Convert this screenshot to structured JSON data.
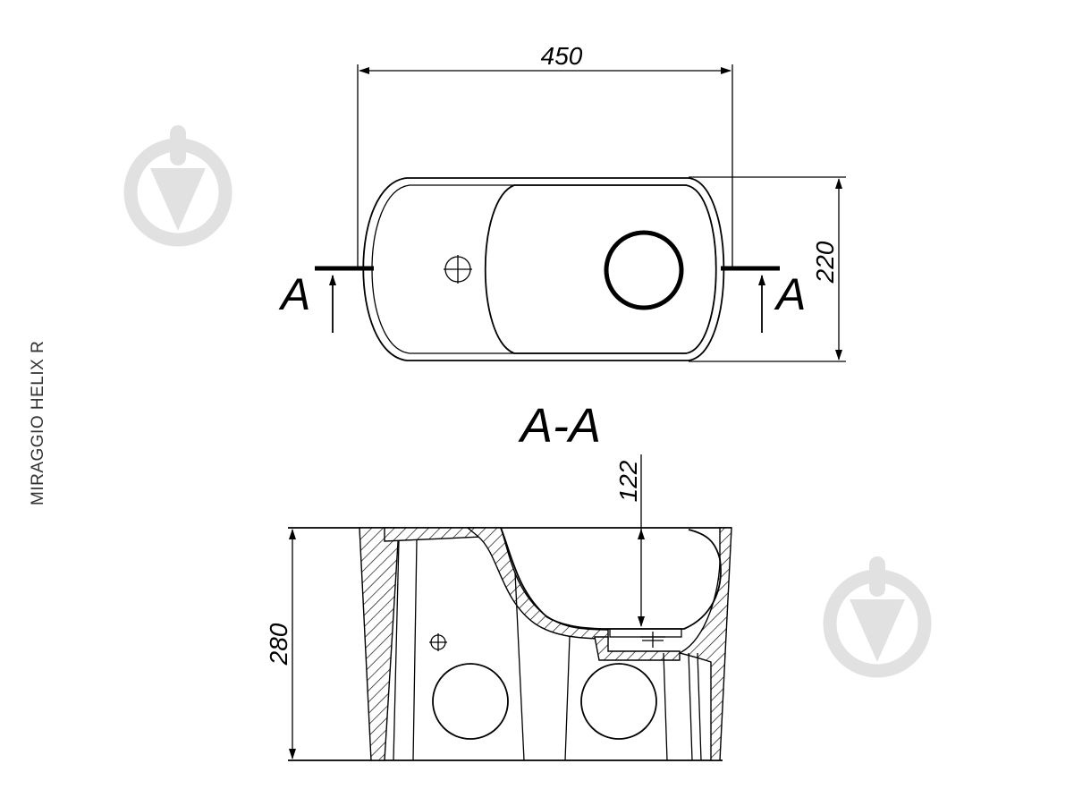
{
  "model_label": "MIRAGGIO HELIX R",
  "section_title": "A-A",
  "section_marker_left": "A",
  "section_marker_right": "A",
  "dimensions": {
    "width": "450",
    "depth": "220",
    "height": "280",
    "bowl_depth": "122"
  },
  "colors": {
    "line": "#000000",
    "watermark": "#e1e1e1"
  }
}
